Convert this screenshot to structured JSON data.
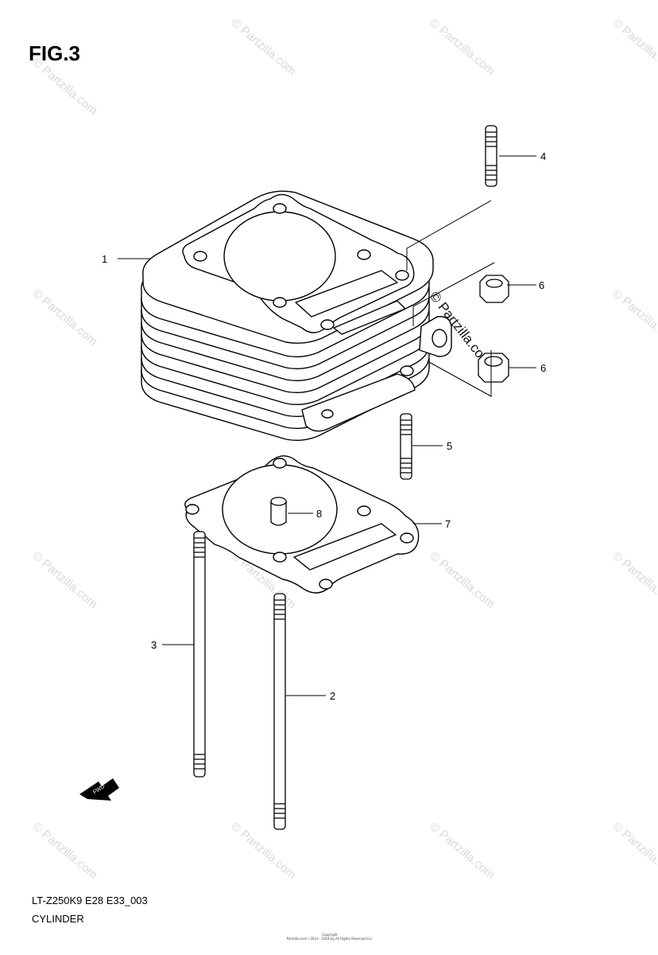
{
  "figure": {
    "title": "FIG.3",
    "model_code": "LT-Z250K9 E28 E33_003",
    "section_name": "CYLINDER"
  },
  "callouts": [
    "1",
    "2",
    "3",
    "4",
    "5",
    "6",
    "6",
    "7",
    "8"
  ],
  "watermark": {
    "text": "© Partzilla.com",
    "color": "#d9d9d9"
  },
  "fwd_arrow_label": "FWD",
  "copyright_lines": [
    "Copyright",
    "Partzilla.com / 2014 - 2018 by All Rights Reserved Inc."
  ]
}
